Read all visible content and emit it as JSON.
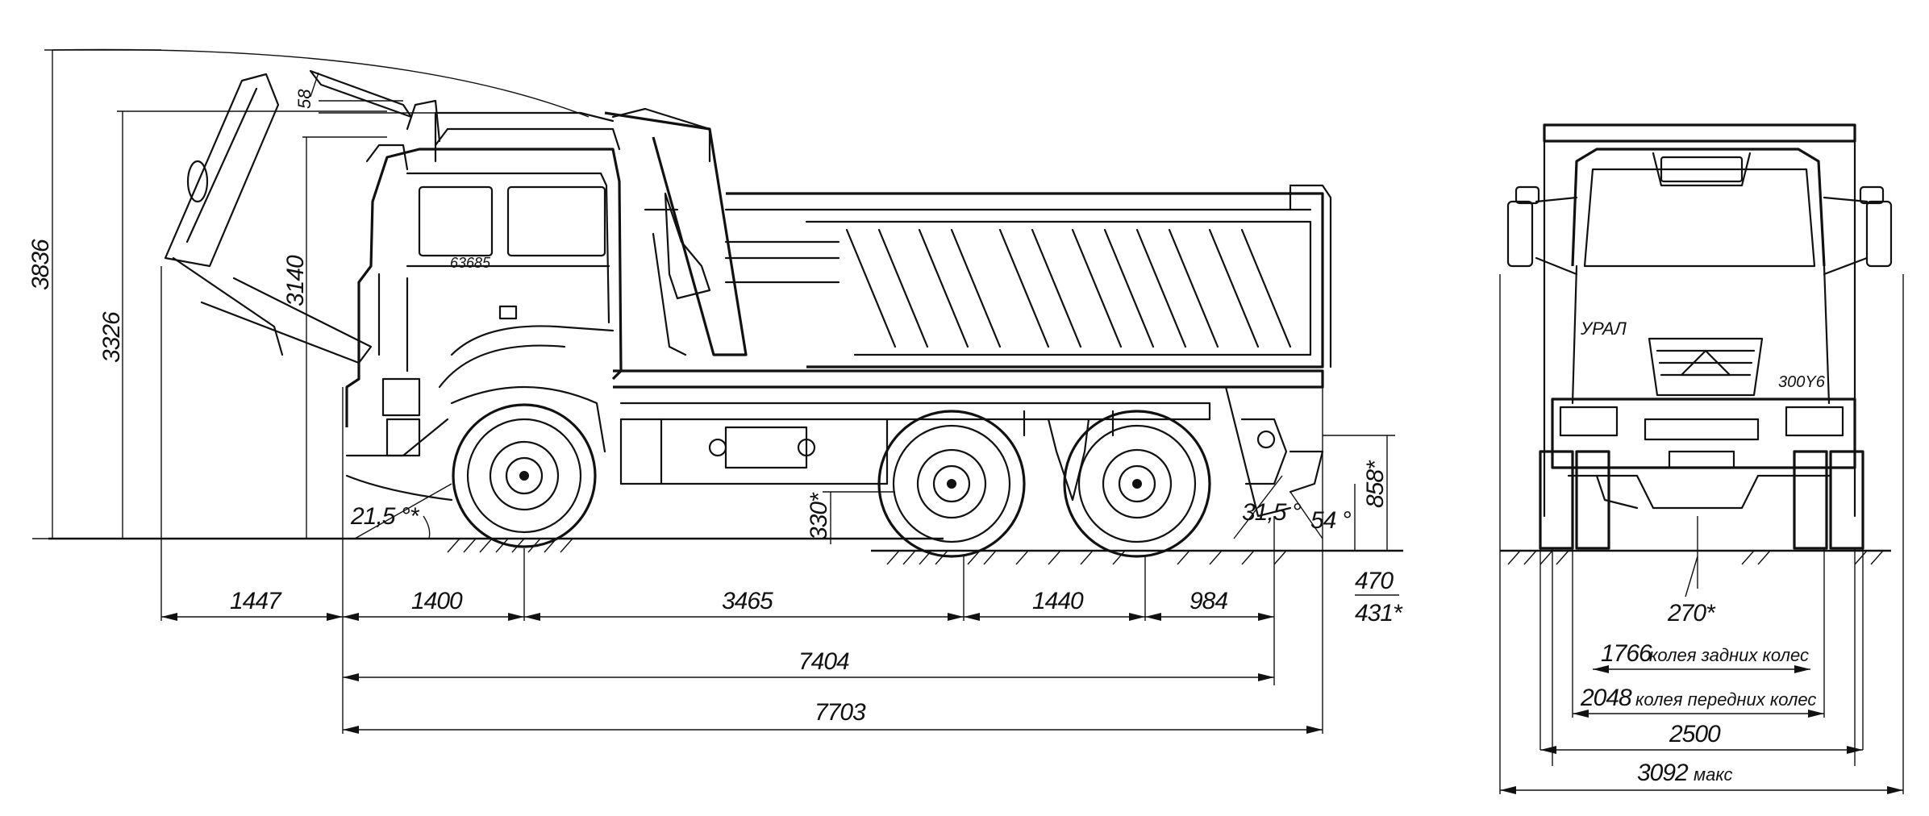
{
  "side_view": {
    "cab_brand": "63685",
    "heights": {
      "total": "3836",
      "cab_roof": "3326",
      "cab_mirror": "3140",
      "tilted_top": "58"
    },
    "angles": {
      "approach": "21,5 °*",
      "departure": "31,5 °",
      "rear": "54 °"
    },
    "clearances": {
      "rear_height": "858*",
      "ground_clearance": "330*",
      "rear_low_a": "470",
      "rear_low_b": "431*"
    },
    "lengths": {
      "front_overhang": "1447",
      "front_to_axle": "1400",
      "wheelbase_1": "3465",
      "wheelbase_2": "1440",
      "rear_overhang": "984",
      "length_body": "7404",
      "length_total": "7703"
    }
  },
  "front_view": {
    "cab_brand": "УРАЛ",
    "engine_badge": "300Y6",
    "ground_clearance": "270*",
    "rear_track": {
      "value": "1766",
      "label": "колея задних колес"
    },
    "front_track": {
      "value": "2048",
      "label": "колея передних колес"
    },
    "width": "2500",
    "width_max": {
      "value": "3092",
      "label": "макс"
    }
  }
}
